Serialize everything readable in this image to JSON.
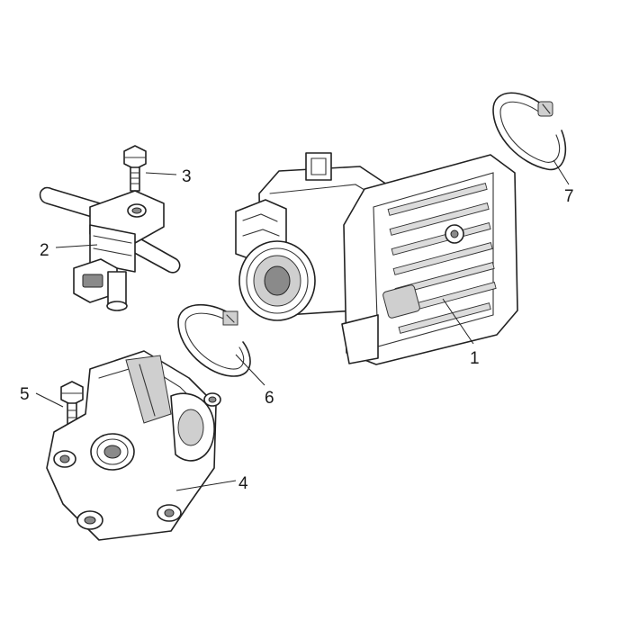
{
  "callouts": [
    {
      "id": "throttle-body",
      "number": "1"
    },
    {
      "id": "injector",
      "number": "2"
    },
    {
      "id": "injector-bolt",
      "number": "3"
    },
    {
      "id": "intake-manifold",
      "number": "4"
    },
    {
      "id": "manifold-bolt",
      "number": "5"
    },
    {
      "id": "small-hose-clamp",
      "number": "6"
    },
    {
      "id": "large-hose-clamp",
      "number": "7"
    }
  ]
}
